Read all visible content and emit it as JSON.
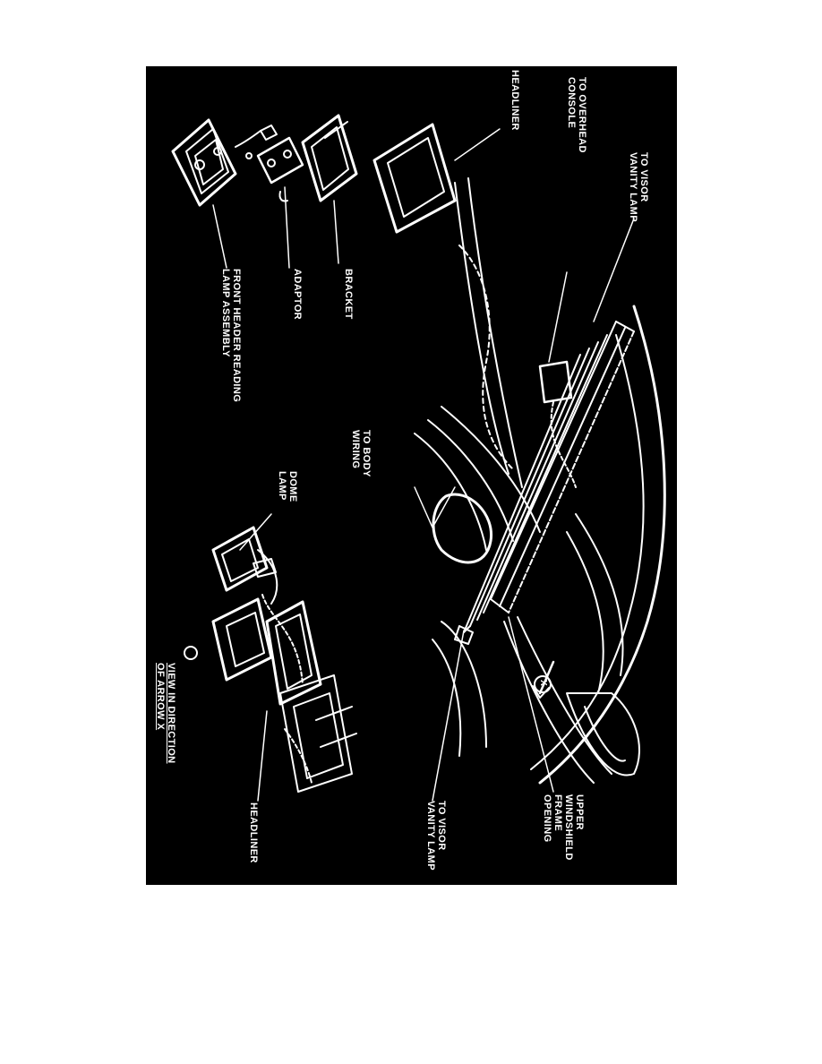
{
  "diagram": {
    "labels": {
      "to_visor_vanity_lamp_top": [
        "TO VISOR",
        "VANITY LAMP"
      ],
      "to_overhead_console": [
        "TO OVERHEAD",
        "CONSOLE"
      ],
      "headliner_top": [
        "HEADLINER"
      ],
      "bracket": [
        "BRACKET"
      ],
      "adaptor": [
        "ADAPTOR"
      ],
      "front_header_reading_lamp": [
        "FRONT HEADER READING",
        "LAMP ASSEMBLY"
      ],
      "to_body_wiring": [
        "TO BODY",
        "WIRING"
      ],
      "dome_lamp": [
        "DOME",
        "LAMP"
      ],
      "view_in_direction": [
        "VIEW IN DIRECTION",
        "OF ARROW X"
      ],
      "headliner_bottom": [
        "HEADLINER"
      ],
      "upper_windshield": [
        "UPPER",
        "WINDSHIELD",
        "FRAME",
        "OPENING"
      ],
      "to_visor_vanity_lamp_bottom": [
        "TO VISOR",
        "VANITY LAMP"
      ],
      "arrow_x": "X"
    },
    "colors": {
      "background": "#000000",
      "ink": "#ffffff",
      "page": "#ffffff"
    }
  }
}
